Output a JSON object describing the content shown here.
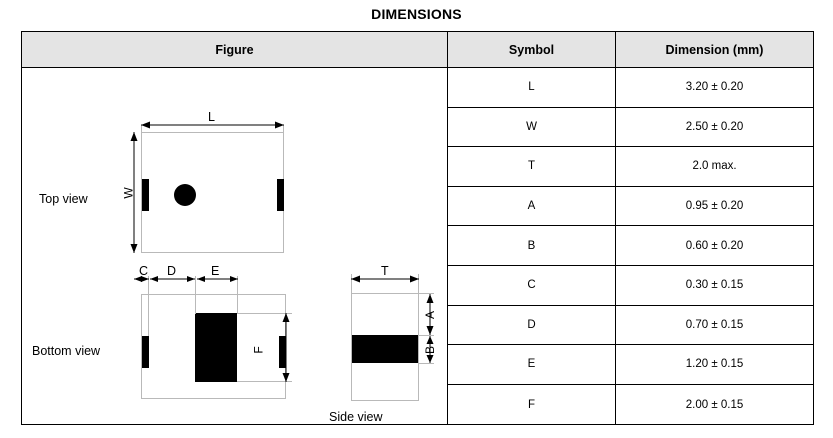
{
  "title": "DIMENSIONS",
  "table": {
    "headers": {
      "figure": "Figure",
      "symbol": "Symbol",
      "dimension": "Dimension (mm)"
    },
    "rows": [
      {
        "symbol": "L",
        "dimension": "3.20 ± 0.20"
      },
      {
        "symbol": "W",
        "dimension": "2.50 ± 0.20"
      },
      {
        "symbol": "T",
        "dimension": "2.0 max."
      },
      {
        "symbol": "A",
        "dimension": "0.95 ± 0.20"
      },
      {
        "symbol": "B",
        "dimension": "0.60 ± 0.20"
      },
      {
        "symbol": "C",
        "dimension": "0.30 ± 0.15"
      },
      {
        "symbol": "D",
        "dimension": "0.70 ± 0.15"
      },
      {
        "symbol": "E",
        "dimension": "1.20 ± 0.15"
      },
      {
        "symbol": "F",
        "dimension": "2.00 ± 0.15"
      }
    ]
  },
  "figure": {
    "top_view": {
      "caption": "Top view",
      "length_label": "L",
      "width_label": "W"
    },
    "bottom_view": {
      "caption": "Bottom view",
      "c_label": "C",
      "d_label": "D",
      "e_label": "E",
      "f_label": "F"
    },
    "side_view": {
      "caption": "Side view",
      "thickness_label": "T",
      "a_label": "A",
      "b_label": "B"
    }
  },
  "colors": {
    "header_background": "#e4e4e4",
    "border": "#000000",
    "pad_fill": "#000000",
    "guide_line": "#b9b9b9"
  }
}
